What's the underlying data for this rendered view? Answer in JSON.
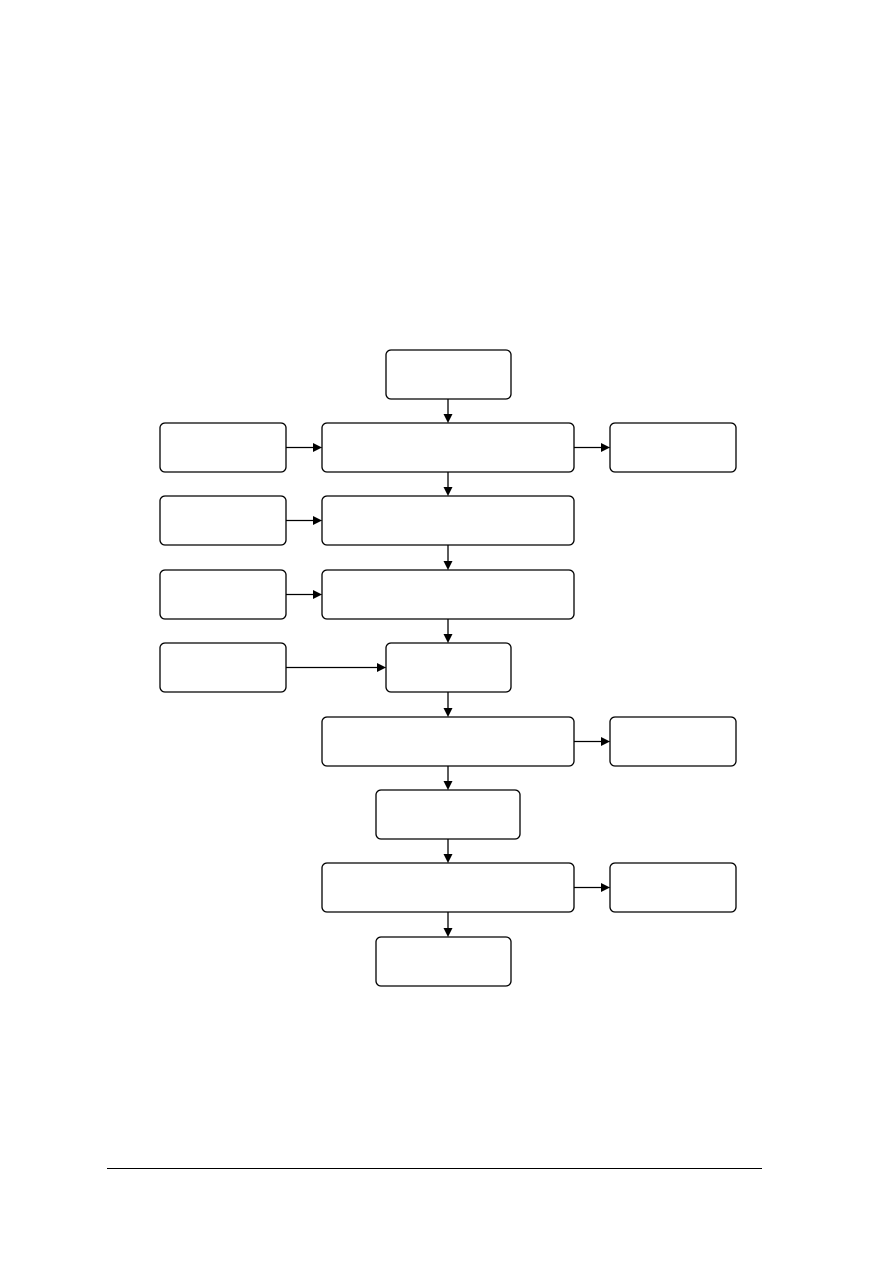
{
  "diagram": {
    "type": "flowchart",
    "nodes": [
      {
        "id": "start",
        "label": ""
      },
      {
        "id": "step-1",
        "label": ""
      },
      {
        "id": "input-1",
        "label": ""
      },
      {
        "id": "output-1",
        "label": ""
      },
      {
        "id": "step-2",
        "label": ""
      },
      {
        "id": "input-2",
        "label": ""
      },
      {
        "id": "step-3",
        "label": ""
      },
      {
        "id": "input-3",
        "label": ""
      },
      {
        "id": "step-4",
        "label": ""
      },
      {
        "id": "input-4",
        "label": ""
      },
      {
        "id": "step-5",
        "label": ""
      },
      {
        "id": "output-5",
        "label": ""
      },
      {
        "id": "step-6",
        "label": ""
      },
      {
        "id": "step-7",
        "label": ""
      },
      {
        "id": "output-7",
        "label": ""
      },
      {
        "id": "end",
        "label": ""
      }
    ],
    "edges": [
      {
        "from": "start",
        "to": "step-1"
      },
      {
        "from": "input-1",
        "to": "step-1"
      },
      {
        "from": "step-1",
        "to": "output-1"
      },
      {
        "from": "step-1",
        "to": "step-2"
      },
      {
        "from": "input-2",
        "to": "step-2"
      },
      {
        "from": "step-2",
        "to": "step-3"
      },
      {
        "from": "input-3",
        "to": "step-3"
      },
      {
        "from": "step-3",
        "to": "step-4"
      },
      {
        "from": "input-4",
        "to": "step-4"
      },
      {
        "from": "step-4",
        "to": "step-5"
      },
      {
        "from": "step-5",
        "to": "output-5"
      },
      {
        "from": "step-5",
        "to": "step-6"
      },
      {
        "from": "step-6",
        "to": "step-7"
      },
      {
        "from": "step-7",
        "to": "output-7"
      },
      {
        "from": "step-7",
        "to": "end"
      }
    ]
  }
}
